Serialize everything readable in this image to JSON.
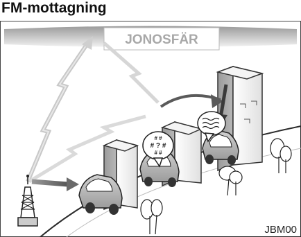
{
  "page": {
    "title": "FM-mottagning"
  },
  "illustration": {
    "ionosphere_label": "JONOSFÄR",
    "code": "JBM00",
    "bubble_symbols": {
      "row1": "# #",
      "row2": "# ? #",
      "row3": "# #"
    }
  }
}
